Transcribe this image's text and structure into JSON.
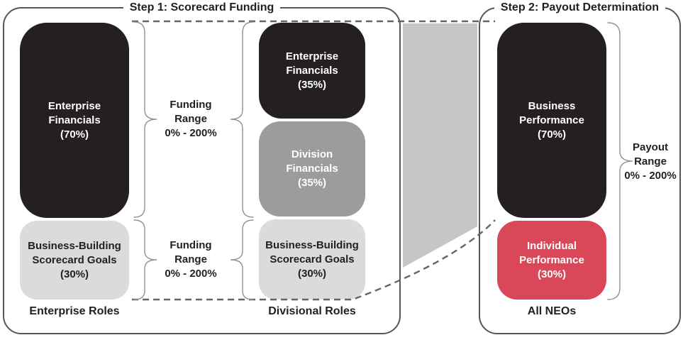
{
  "step1": {
    "title": "Step 1: Scorecard Funding",
    "enterprise_column": {
      "enterprise_financials": "Enterprise\nFinancials\n(70%)",
      "scorecard_goals": "Business-Building\nScorecard Goals\n(30%)",
      "label": "Enterprise Roles"
    },
    "divisional_column": {
      "enterprise_financials": "Enterprise\nFinancials\n(35%)",
      "division_financials": "Division\nFinancials\n(35%)",
      "scorecard_goals": "Business-Building\nScorecard Goals\n(30%)",
      "label": "Divisional Roles"
    },
    "funding_range_top": "Funding\nRange\n0% - 200%",
    "funding_range_bottom": "Funding\nRange\n0% - 200%"
  },
  "step2": {
    "title": "Step 2: Payout Determination",
    "business_performance": "Business\nPerformance\n(70%)",
    "individual_performance": "Individual\nPerformance\n(30%)",
    "payout_range": "Payout\nRange\n0% - 200%",
    "label": "All NEOs"
  },
  "colors": {
    "box_black": "#242021",
    "box_mid_gray": "#9A9C9E",
    "box_light_gray": "#DBDBDD",
    "box_red": "#DA4759",
    "panel_border": "#55565A",
    "connector_trapezoid": "#C6C6C8",
    "brace_stroke": "#919396",
    "dash_stroke": "#646567"
  }
}
